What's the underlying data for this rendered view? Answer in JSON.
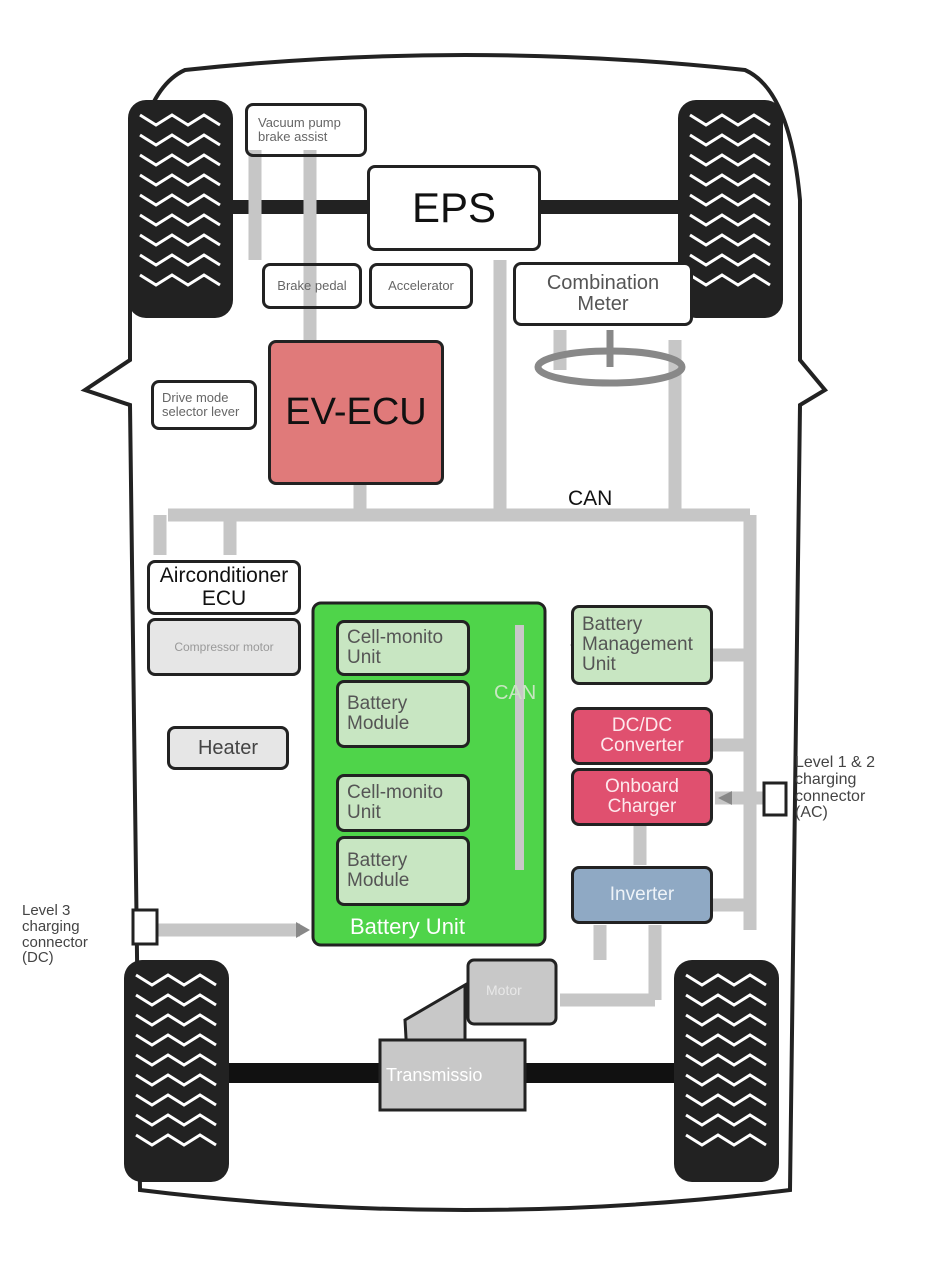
{
  "diagram": {
    "components": {
      "vacuum_pump": "Vacuum pump\nbrake assist",
      "eps": "EPS",
      "brake_pedal": "Brake pedal",
      "accelerator": "Accelerator",
      "combination_meter": "Combination\nMeter",
      "drive_mode": "Drive mode\nselector lever",
      "ev_ecu": "EV-ECU",
      "can_top": "CAN",
      "aircon_ecu": "Airconditioner\nECU",
      "compressor_motor": "Compressor motor",
      "heater": "Heater",
      "cell_monitor_1": "Cell-monito\nUnit",
      "battery_module_1": "Battery\nModule",
      "cell_monitor_2": "Cell-monito\nUnit",
      "battery_module_2": "Battery\nModule",
      "can_inner": "CAN",
      "battery_unit": "Battery Unit",
      "bmu": "Battery\nManagement\nUnit",
      "dcdc": "DC/DC\nConverter",
      "onboard_charger": "Onboard\nCharger",
      "inverter": "Inverter",
      "motor": "Motor",
      "transmission": "Transmissio",
      "level12": "Level 1 & 2\ncharging\nconnector\n(AC)",
      "level3": "Level 3\ncharging\nconnector\n(DC)"
    },
    "colors": {
      "ev_ecu": "#e07a7a",
      "battery_unit": "#4fd44a",
      "battery_sub": "#c8e6c2",
      "pink_units": "#e0506f",
      "inverter": "#8fa9c4",
      "bus": "#c8c8c8",
      "tire": "#222222"
    }
  }
}
